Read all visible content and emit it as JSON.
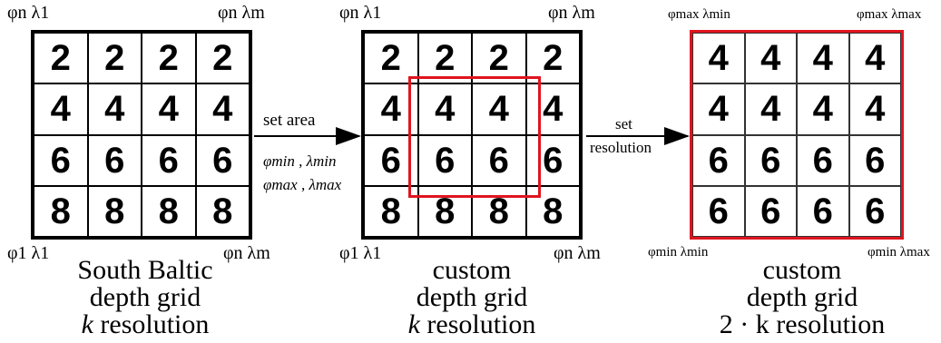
{
  "grids": [
    {
      "rows": [
        [
          "2",
          "2",
          "2",
          "2"
        ],
        [
          "4",
          "4",
          "4",
          "4"
        ],
        [
          "6",
          "6",
          "6",
          "6"
        ],
        [
          "8",
          "8",
          "8",
          "8"
        ]
      ],
      "corners": {
        "tl": "φn λ1",
        "tr": "φn λm",
        "bl": "φ1 λ1",
        "br": "φn λm"
      },
      "caption": [
        "South Baltic",
        "depth grid",
        "k",
        " resolution"
      ]
    },
    {
      "rows": [
        [
          "2",
          "2",
          "2",
          "2"
        ],
        [
          "4",
          "4",
          "4",
          "4"
        ],
        [
          "6",
          "6",
          "6",
          "6"
        ],
        [
          "8",
          "8",
          "8",
          "8"
        ]
      ],
      "corners": {
        "tl": "φn λ1",
        "tr": "φn λm",
        "bl": "φ1 λ1",
        "br": "φn λm"
      },
      "caption": [
        "custom",
        "depth grid",
        "k",
        " resolution"
      ]
    },
    {
      "rows": [
        [
          "4",
          "4",
          "4",
          "4"
        ],
        [
          "4",
          "4",
          "4",
          "4"
        ],
        [
          "6",
          "6",
          "6",
          "6"
        ],
        [
          "6",
          "6",
          "6",
          "6"
        ]
      ],
      "corners": {
        "tl": "φmax λmin",
        "tr": "φmax λmax",
        "bl": "φmin λmin",
        "br": "φmin λmax"
      },
      "caption": [
        "custom",
        "depth grid",
        "2 · k",
        " resolution"
      ]
    }
  ],
  "arrow1": {
    "label": "set area",
    "params": [
      "φmin , λmin",
      "φmax , λmax"
    ]
  },
  "arrow2": {
    "label_lines": [
      "set",
      "resolution"
    ]
  },
  "colors": {
    "highlight": "#e0141e",
    "line": "#000000"
  }
}
